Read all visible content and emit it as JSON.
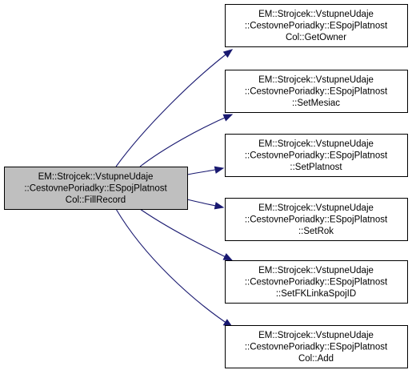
{
  "colors": {
    "source_fill": "#bfbfbf",
    "target_fill": "#ffffff",
    "border": "#000000",
    "edge": "#191970"
  },
  "graph": {
    "source": {
      "lines": [
        "EM::Strojcek::VstupneUdaje",
        "::CestovnePoriadky::ESpojPlatnost",
        "Col::FillRecord"
      ]
    },
    "targets": [
      {
        "lines": [
          "EM::Strojcek::VstupneUdaje",
          "::CestovnePoriadky::ESpojPlatnost",
          "Col::GetOwner"
        ]
      },
      {
        "lines": [
          "EM::Strojcek::VstupneUdaje",
          "::CestovnePoriadky::ESpojPlatnost",
          "::SetMesiac"
        ]
      },
      {
        "lines": [
          "EM::Strojcek::VstupneUdaje",
          "::CestovnePoriadky::ESpojPlatnost",
          "::SetPlatnost"
        ]
      },
      {
        "lines": [
          "EM::Strojcek::VstupneUdaje",
          "::CestovnePoriadky::ESpojPlatnost",
          "::SetRok"
        ]
      },
      {
        "lines": [
          "EM::Strojcek::VstupneUdaje",
          "::CestovnePoriadky::ESpojPlatnost",
          "::SetFKLinkaSpojID"
        ]
      },
      {
        "lines": [
          "EM::Strojcek::VstupneUdaje",
          "::CestovnePoriadky::ESpojPlatnost",
          "Col::Add"
        ]
      }
    ]
  }
}
